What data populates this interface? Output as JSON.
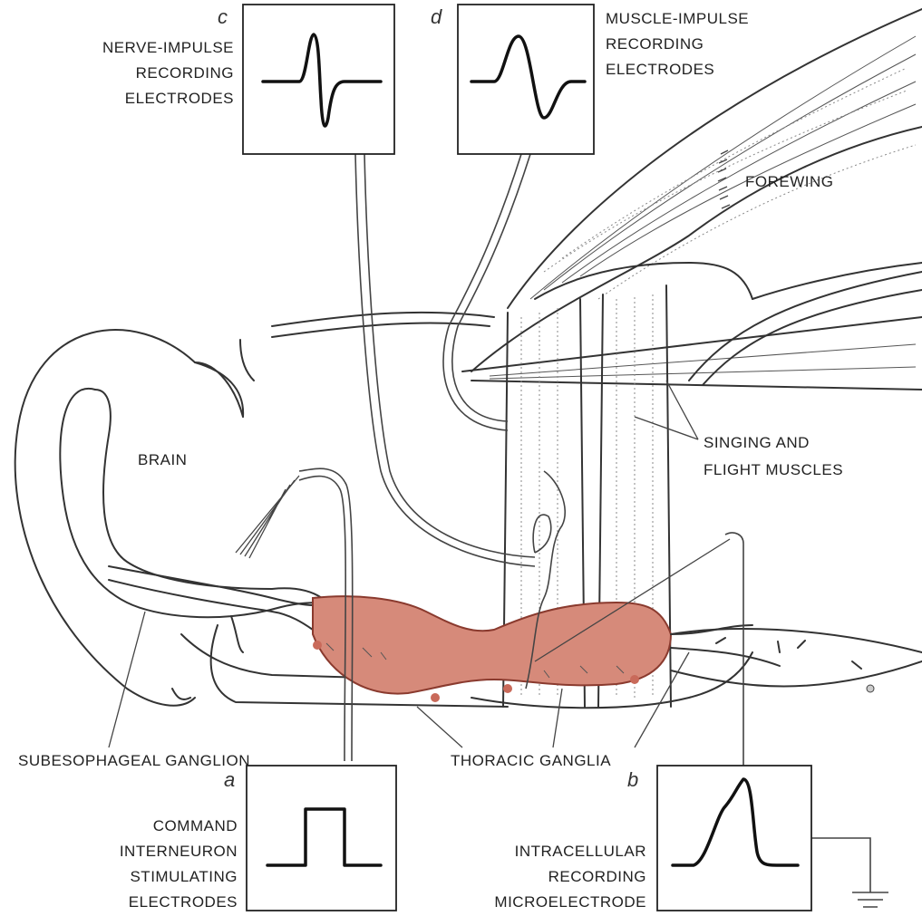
{
  "figure": {
    "panels": {
      "a": {
        "letter": "a",
        "label_lines": [
          "COMMAND",
          "INTERNEURON",
          "STIMULATING",
          "ELECTRODES"
        ]
      },
      "b": {
        "letter": "b",
        "label_lines": [
          "INTRACELLULAR",
          "RECORDING",
          "MICROELECTRODE"
        ]
      },
      "c": {
        "letter": "c",
        "label_lines": [
          "NERVE-IMPULSE",
          "RECORDING",
          "ELECTRODES"
        ]
      },
      "d": {
        "letter": "d",
        "label_lines": [
          "MUSCLE-IMPULSE",
          "RECORDING",
          "ELECTRODES"
        ]
      }
    },
    "anatomy_labels": {
      "forewing": "FOREWING",
      "brain": "BRAIN",
      "muscles_lines": [
        "SINGING AND",
        "FLIGHT MUSCLES"
      ],
      "subesophageal": "SUBESOPHAGEAL GANGLION",
      "thoracic": "THORACIC GANGLIA"
    },
    "colors": {
      "ganglia_fill": "#d68a7a",
      "ganglia_stroke": "#8a3a2e"
    }
  }
}
